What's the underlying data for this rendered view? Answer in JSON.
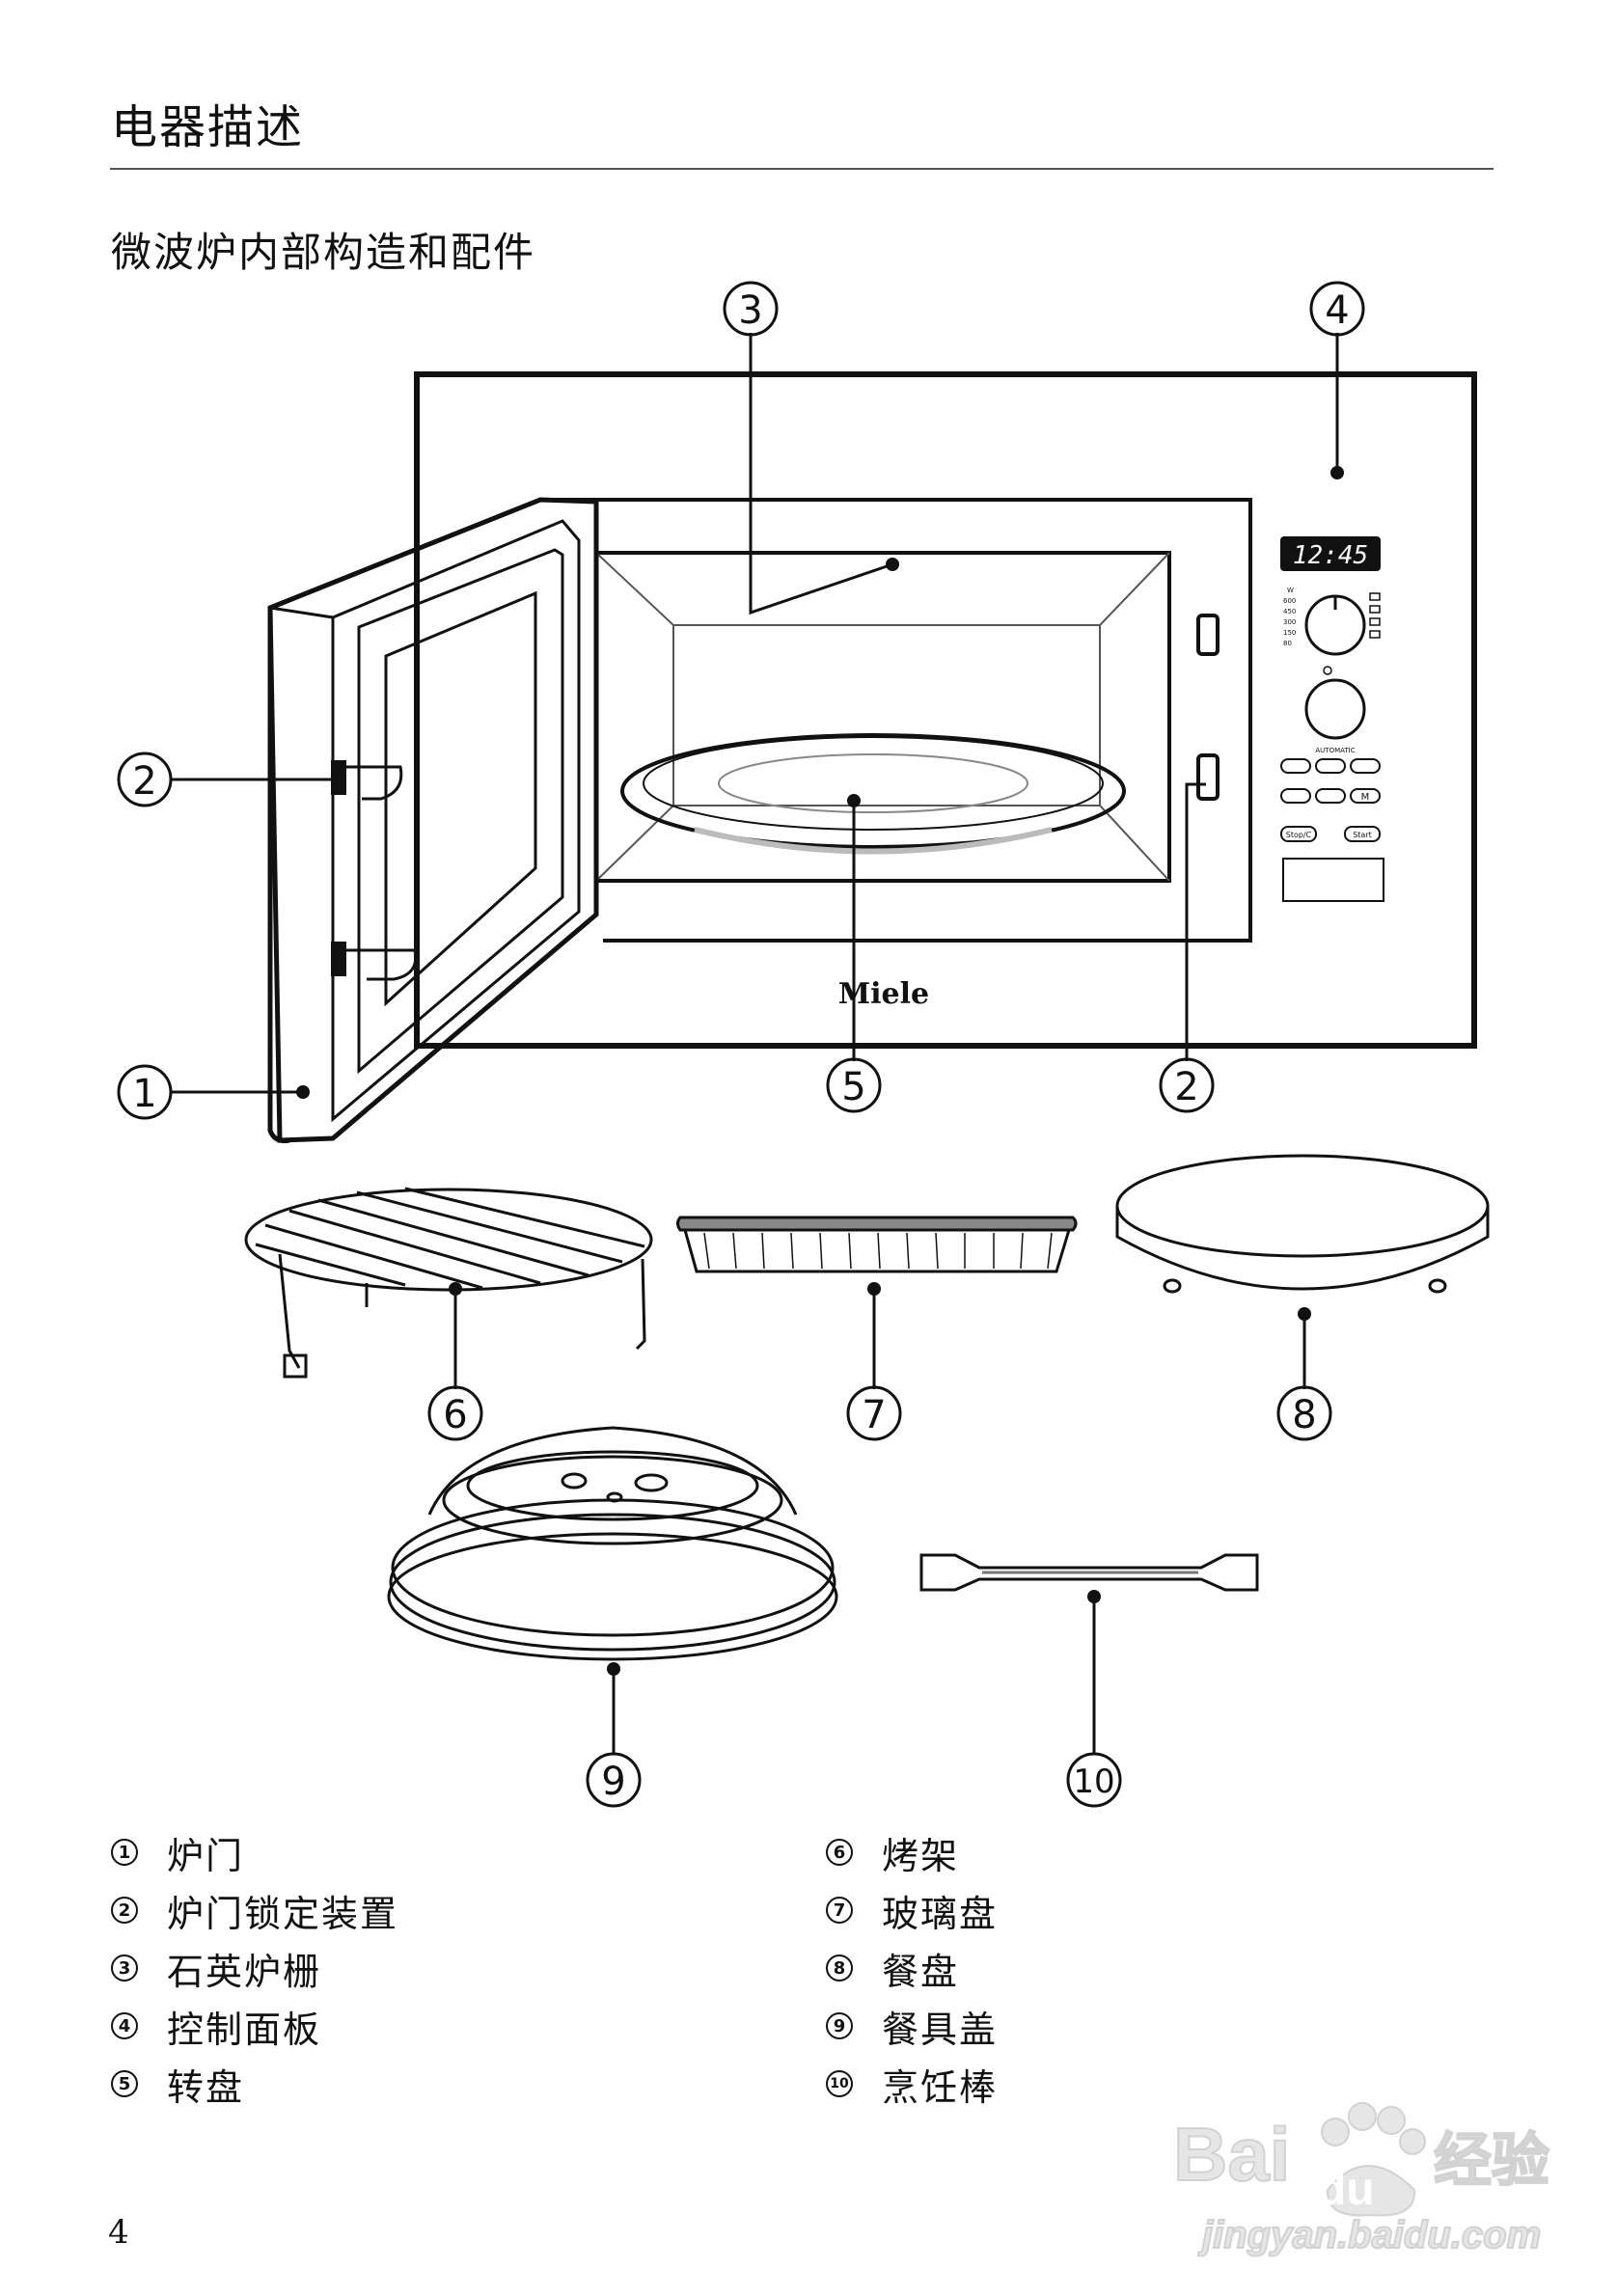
{
  "header": {
    "title": "电器描述",
    "subtitle": "微波炉内部构造和配件"
  },
  "figure": {
    "callouts": [
      "1",
      "2",
      "3",
      "4",
      "5",
      "2",
      "6",
      "7",
      "8",
      "9",
      "10"
    ],
    "brand": "Miele",
    "panel": {
      "display": "12:45",
      "automatic_label": "AUTOMATIC",
      "stop_button": "Stop/C",
      "start_button": "Start",
      "m_button": "M",
      "power_levels": [
        "W",
        "600",
        "450",
        "300",
        "150",
        "80"
      ]
    }
  },
  "legend": {
    "left": [
      {
        "num": "1",
        "label": "炉门"
      },
      {
        "num": "2",
        "label": "炉门锁定装置"
      },
      {
        "num": "3",
        "label": "石英炉栅"
      },
      {
        "num": "4",
        "label": "控制面板"
      },
      {
        "num": "5",
        "label": "转盘"
      }
    ],
    "right": [
      {
        "num": "6",
        "label": "烤架"
      },
      {
        "num": "7",
        "label": "玻璃盘"
      },
      {
        "num": "8",
        "label": "餐盘"
      },
      {
        "num": "9",
        "label": "餐具盖"
      },
      {
        "num": "10",
        "label": "烹饪棒"
      }
    ]
  },
  "footer": {
    "page_number": "4"
  },
  "watermark": {
    "line1": "Bai",
    "line1b": "du",
    "line1c": "经验",
    "line2": "jingyan.baidu.com"
  }
}
